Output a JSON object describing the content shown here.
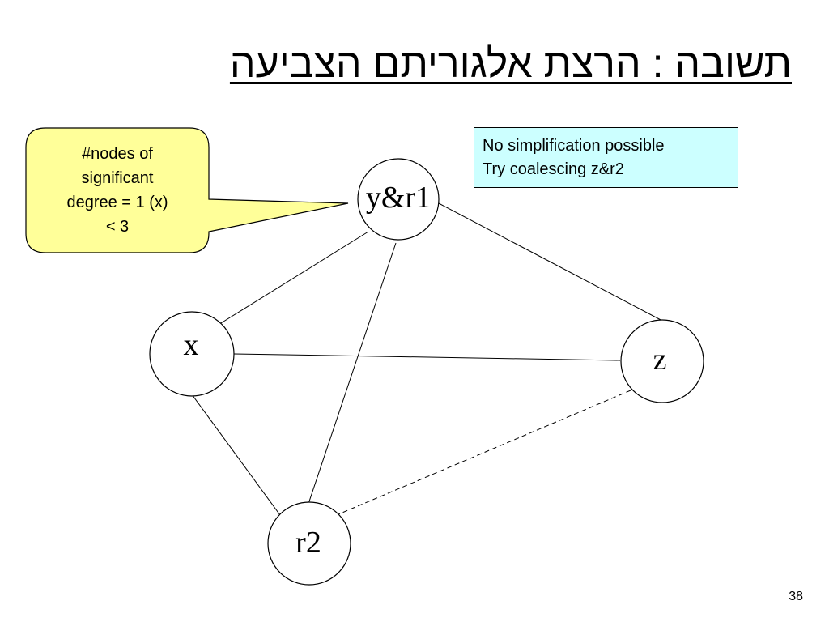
{
  "slide": {
    "title": "תשובה : הרצת אלגוריתם הצביעה",
    "page_number": "38"
  },
  "callout": {
    "lines": [
      "#nodes of",
      "significant",
      "degree = 1 (x)",
      "< 3"
    ],
    "fill": "#ffff99"
  },
  "note": {
    "lines": [
      "No simplification possible",
      "Try coalescing z&r2"
    ],
    "fill": "#ccffff"
  },
  "graph": {
    "nodes": [
      {
        "id": "yr1",
        "label": "y&r1"
      },
      {
        "id": "x",
        "label": "x"
      },
      {
        "id": "z",
        "label": "z"
      },
      {
        "id": "r2",
        "label": "r2"
      }
    ],
    "edges": [
      {
        "from": "yr1",
        "to": "x",
        "style": "solid"
      },
      {
        "from": "yr1",
        "to": "z",
        "style": "solid"
      },
      {
        "from": "yr1",
        "to": "r2",
        "style": "solid"
      },
      {
        "from": "x",
        "to": "z",
        "style": "solid"
      },
      {
        "from": "x",
        "to": "r2",
        "style": "solid"
      },
      {
        "from": "z",
        "to": "r2",
        "style": "dashed"
      }
    ]
  }
}
